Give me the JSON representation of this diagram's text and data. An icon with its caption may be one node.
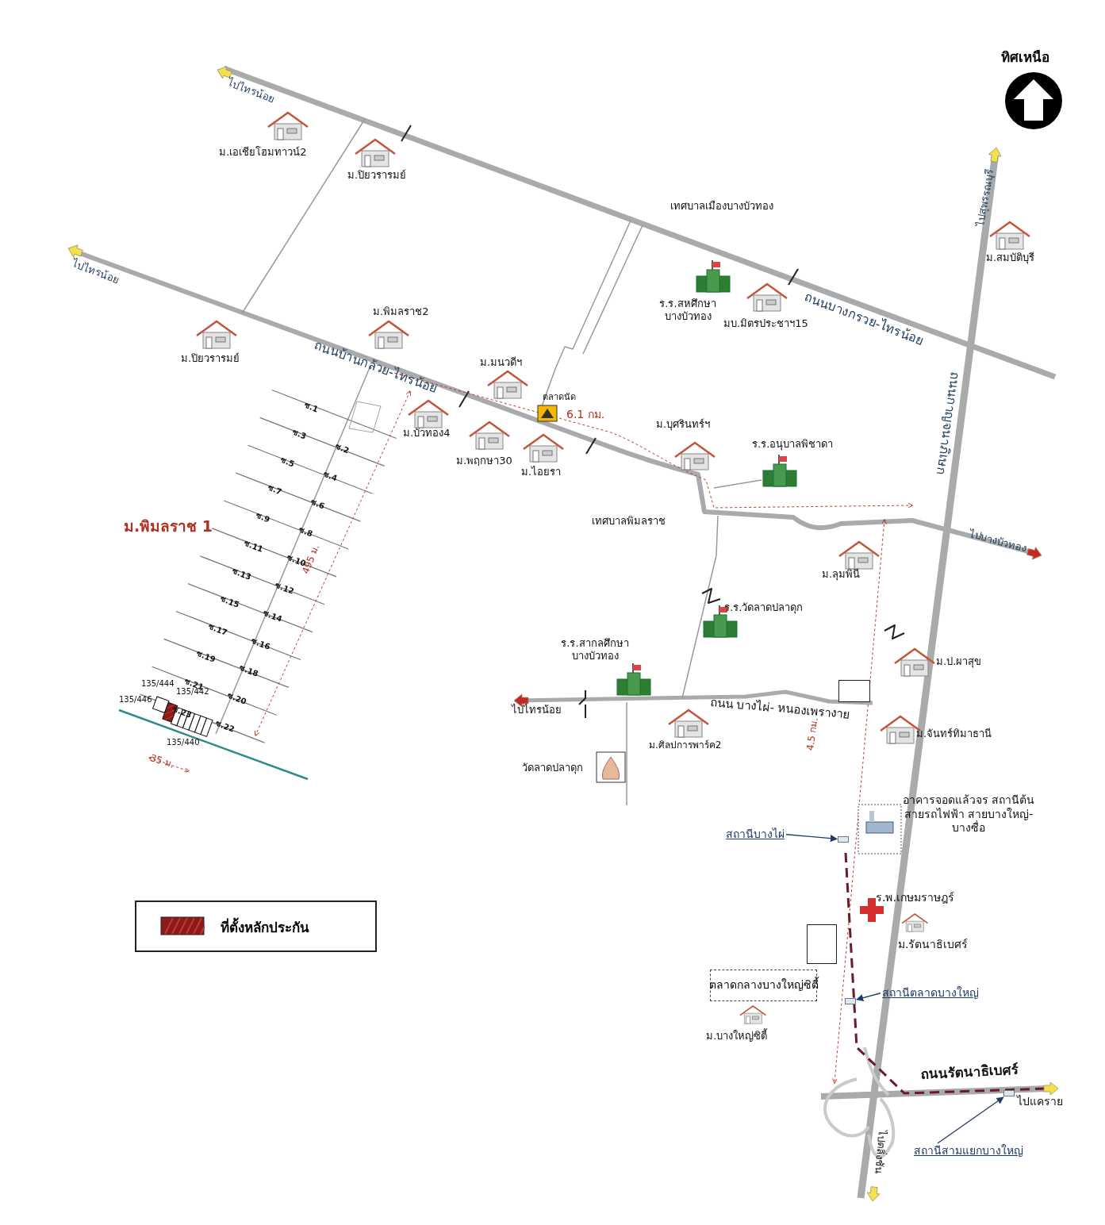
{
  "diagram": {
    "nodes": [
      {
        "text": [
          "สถานีบางไผ่"
        ]
      },
      {
        "text": [
          "สถานีตลาดบางใหญ่"
        ]
      },
      {
        "text": [
          "สถานีสามแยกบางใหญ่"
        ]
      },
      {
        "text": [
          "ตลาดกลางบางใหญ่ซิตี้"
        ]
      },
      {
        "text": [],
        "shape": "box"
      },
      {
        "text": [],
        "shape": "box"
      },
      {
        "text": [],
        "shape": "box"
      },
      {
        "text": [],
        "shape": "box"
      },
      {
        "text": [],
        "shape": "box"
      }
    ],
    "edges": [
      {
        "from": 0,
        "to": 6,
        "arrow": "to"
      },
      {
        "from": 1,
        "to": 7,
        "arrow": "to"
      },
      {
        "from": 2,
        "to": 8,
        "arrow": "to"
      }
    ],
    "labels": [
      "ทิศเหนือ",
      "ไปไทรน้อย",
      "ม.เอเชียโฮมทาวน์2",
      "ม.ปิยวรารมย์",
      "ไปไทรน้อย",
      "เทศบาลเมืองบางบัวทอง",
      "ไปสุพรรณบุรี",
      "ม.สมบัติบุรี",
      "ถนนบางกรวย-ไทรน้อย",
      "ร.ร.สหศึกษา บางบัวทอง",
      "มบ.มิตรประชาฯ15",
      "ม.พิมลราช2",
      "ม.ปิยวรารมย์",
      "ถนนบ้านกล้วย-ไทรน้อย",
      "ถนนกาญจนาภิเษก",
      "ม.มนวดีฯ",
      "ตลาดนัด",
      "6.1 กม.",
      "ม.บัวทอง4",
      "ม.พฤกษา30",
      "ม.ไอยรา",
      "ม.บุศรินทร์ฯ",
      "ร.ร.อนุบาลพิชาดา",
      "เทศบาลพิมลราช",
      "ม.พิมลราช 1",
      "ไปบางบัวทอง",
      "ม.ลุมพินี",
      "ร.ร.วัดลาดปลาดุก",
      "ร.ร.สากลศึกษา บางบัวทอง",
      "ม.ป.ผาสุข",
      "ไปไทรน้อย",
      "ถนน บางไผ่- หนองเพรางาย",
      "ม.ศิลปการพาร์ค2",
      "ม.จันทร์ทิมาธานี",
      "วัดลาดปลาดุก",
      "4.5 กม.",
      "อาคารจอดแล้วจร สถานีต้นสายรถไฟฟ้า สายบางใหญ่-บางซื่อ",
      "ร.พ.เกษมราษฎร์",
      "ม.รัตนาธิเบศร์",
      "ม.บางใหญ่ซิตี้",
      "ถนนรัตนาธิเบศร์",
      "ไปแคราย",
      "ไปตลิ่งชัน",
      "495 ม.",
      "35 ม.",
      "135/444",
      "135/442",
      "135/446",
      "135/440",
      "ซ.1",
      "ซ.3",
      "ซ.2",
      "ซ.5",
      "ซ.4",
      "ซ.7",
      "ซ.6",
      "ซ.9",
      "ซ.8",
      "ซ.11",
      "ซ.10",
      "ซ.13",
      "ซ.12",
      "ซ.15",
      "ซ.14",
      "ซ.17",
      "ซ.16",
      "ซ.19",
      "ซ.18",
      "ซ.21",
      "ซ.20",
      "ซ.23",
      "ซ.22"
    ],
    "legend": [
      {
        "text": "ที่ตั้งหลักประกัน",
        "color": "#8b1a1a"
      }
    ]
  }
}
